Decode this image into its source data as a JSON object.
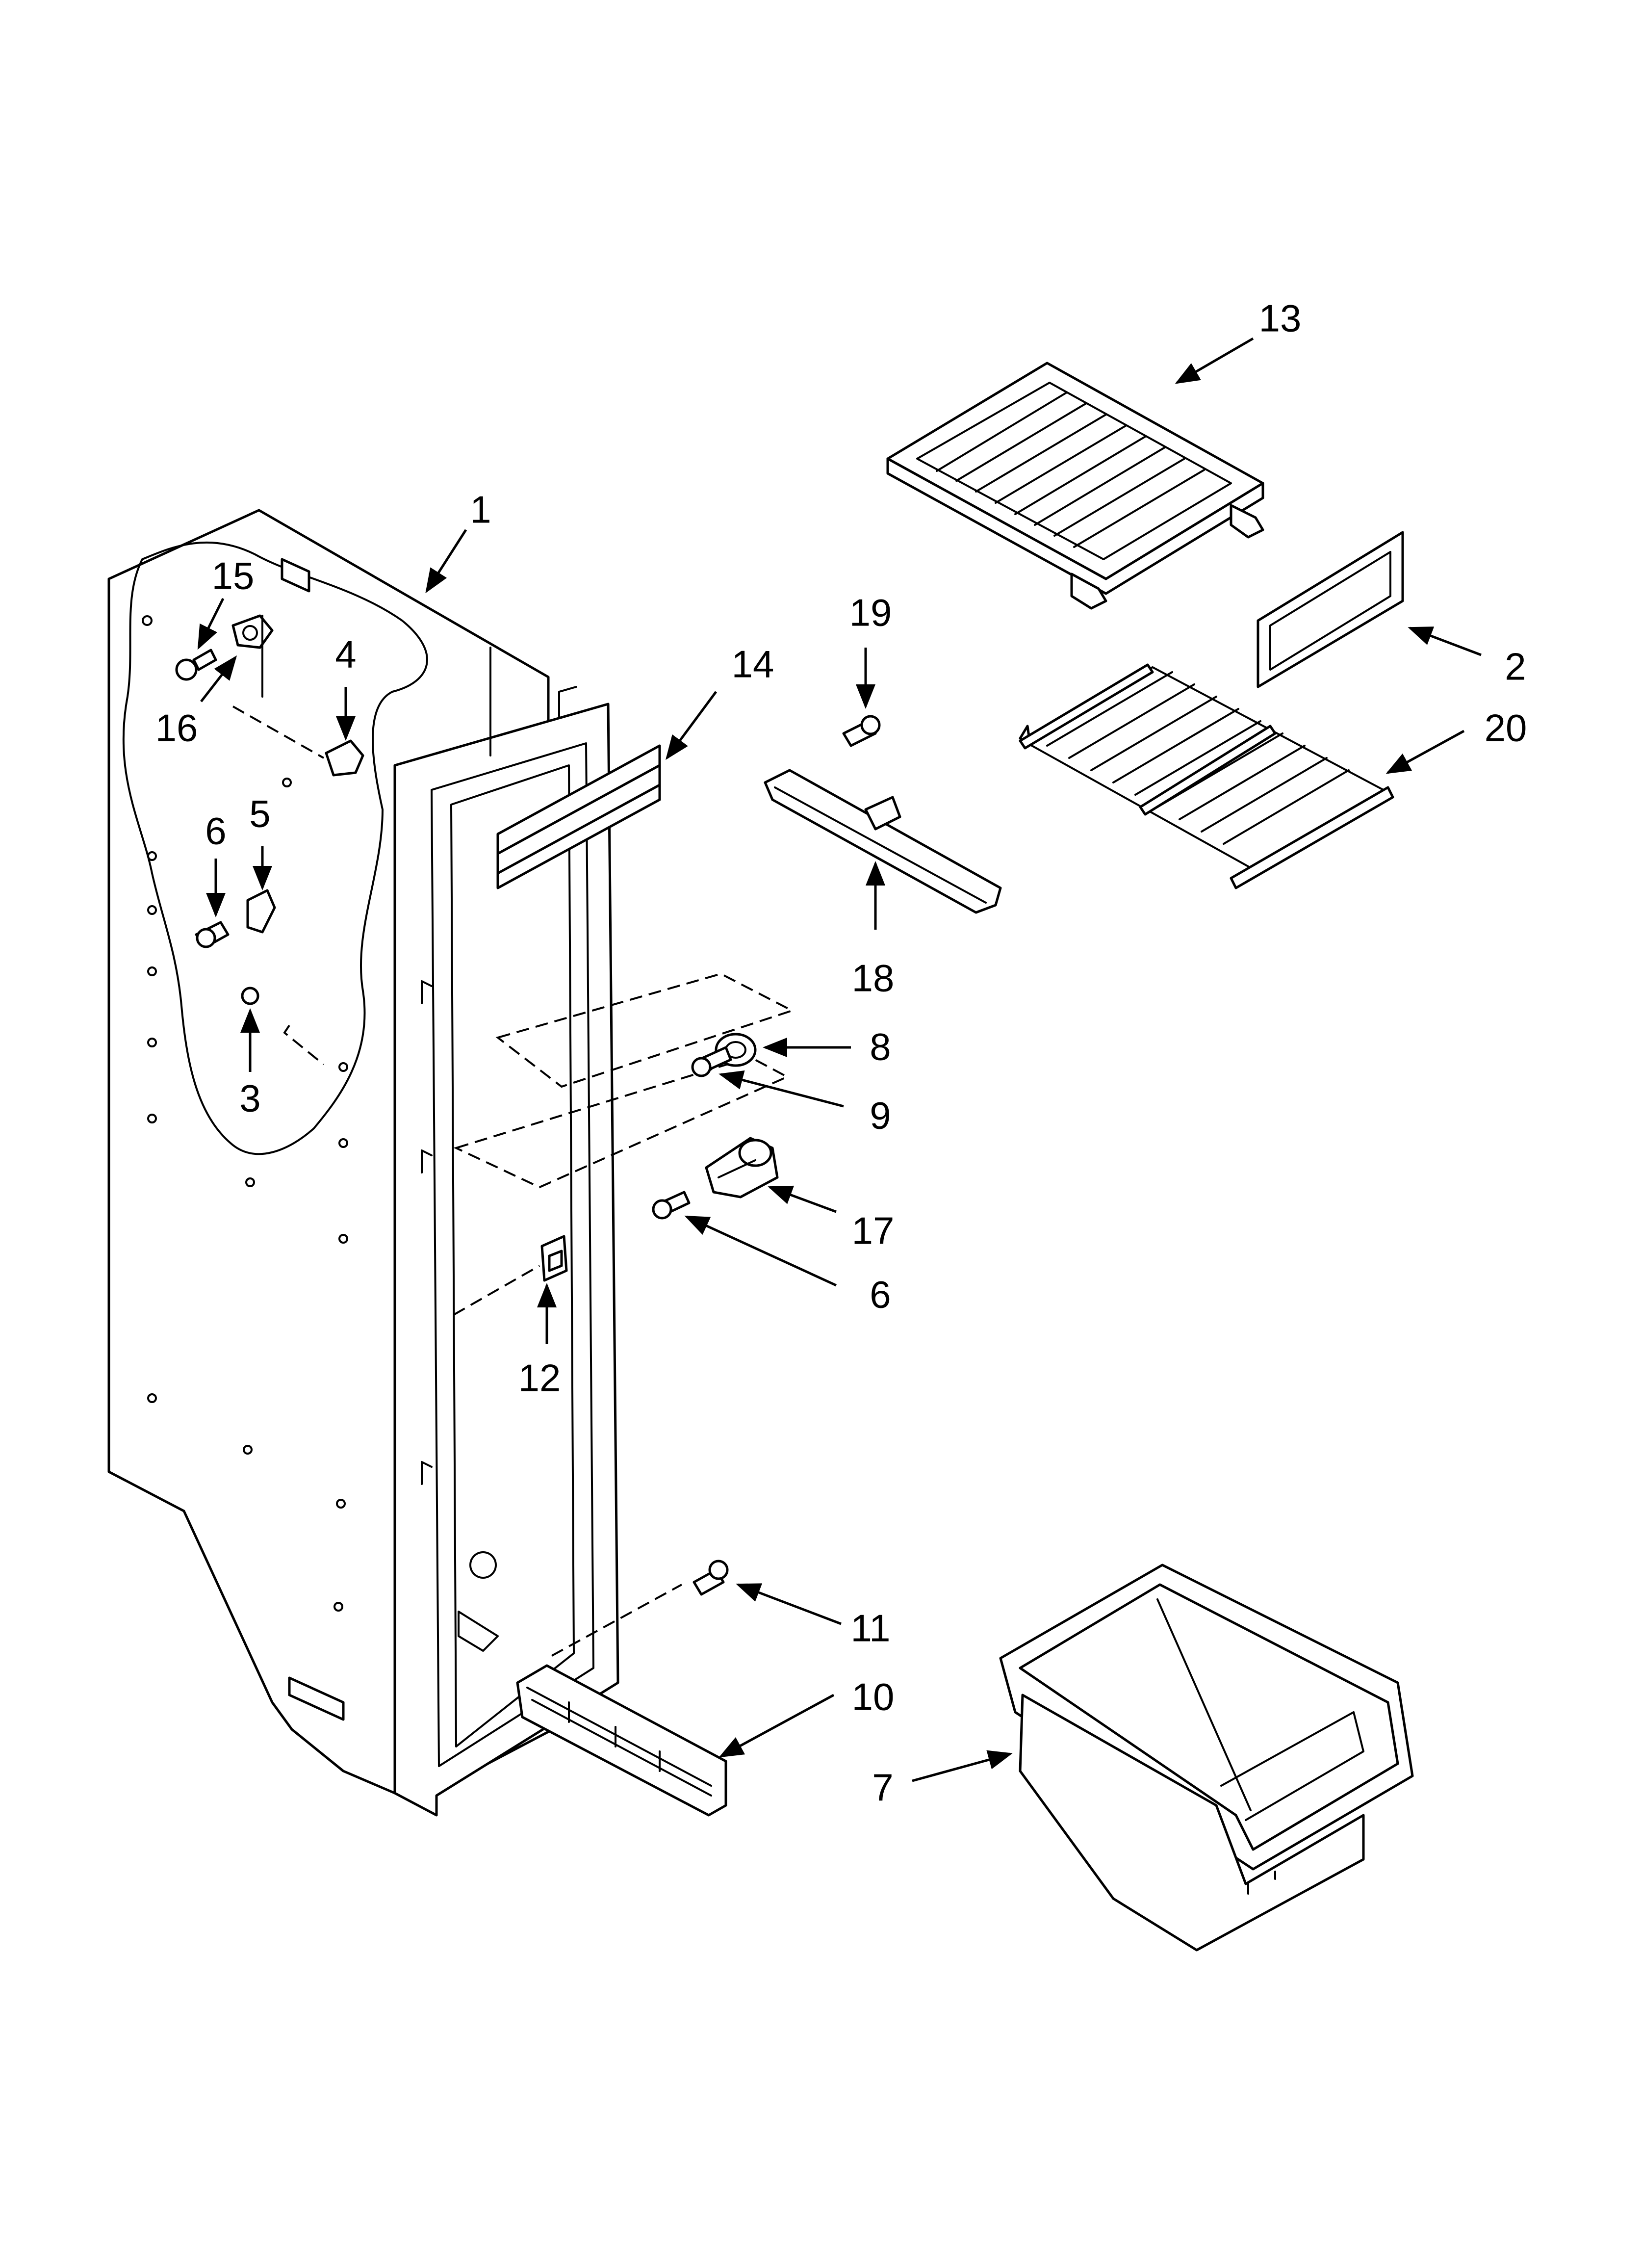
{
  "diagram": {
    "callouts": {
      "c1": "1",
      "c2": "2",
      "c3": "3",
      "c4": "4",
      "c5": "5",
      "c6a": "6",
      "c6b": "6",
      "c7": "7",
      "c8": "8",
      "c9": "9",
      "c10": "10",
      "c11": "11",
      "c12": "12",
      "c13": "13",
      "c14": "14",
      "c15": "15",
      "c16": "16",
      "c17": "17",
      "c18": "18",
      "c19": "19",
      "c20": "20"
    }
  }
}
